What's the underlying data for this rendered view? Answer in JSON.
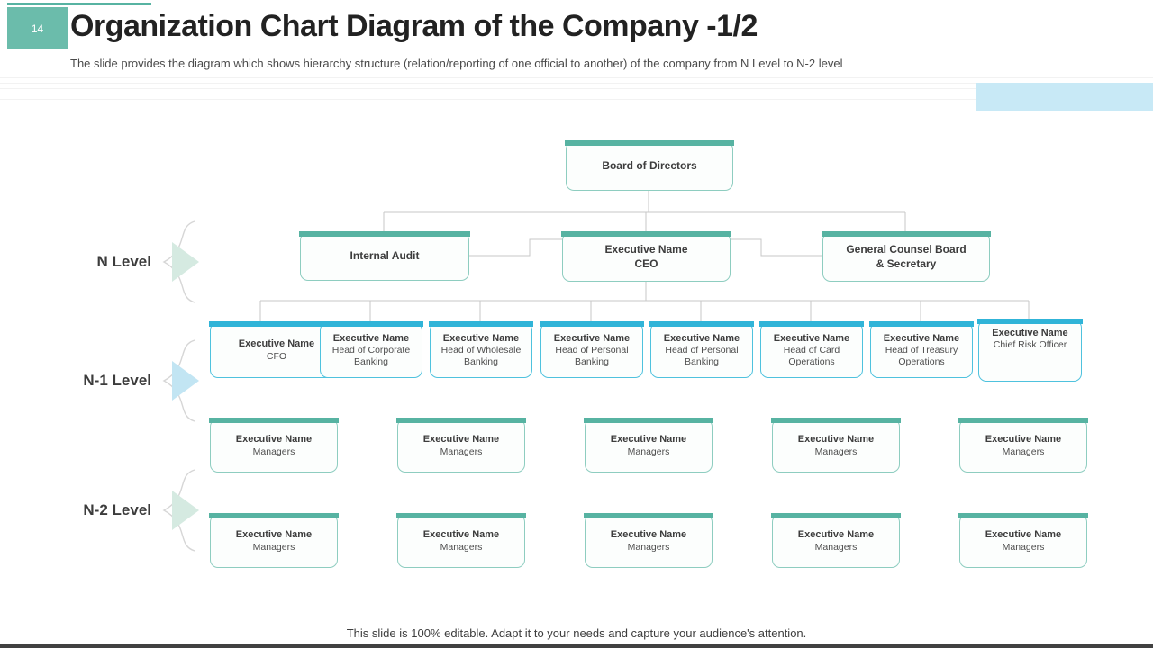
{
  "header": {
    "slide_number": "14",
    "title": "Organization Chart Diagram of the Company -1/2",
    "subtitle": "The slide provides the diagram which shows hierarchy structure (relation/reporting of one official to another) of the company from N Level to N-2 level"
  },
  "levels": [
    {
      "label": "N Level"
    },
    {
      "label": "N-1 Level"
    },
    {
      "label": "N-2 Level"
    }
  ],
  "org": {
    "board": {
      "l1": "Board of Directors"
    },
    "level_n": [
      {
        "l1": "Internal Audit",
        "l2": ""
      },
      {
        "l1": "Executive Name",
        "l2": "CEO"
      },
      {
        "l1": "General Counsel Board",
        "l2": "& Secretary"
      }
    ],
    "level_n1": [
      {
        "l1": "Executive Name",
        "l2": "CFO"
      },
      {
        "l1": "Executive Name",
        "l2": "Head of Corporate Banking"
      },
      {
        "l1": "Executive Name",
        "l2": "Head of Wholesale Banking"
      },
      {
        "l1": "Executive Name",
        "l2": "Head of Personal Banking"
      },
      {
        "l1": "Executive Name",
        "l2": "Head of Personal Banking"
      },
      {
        "l1": "Executive Name",
        "l2": "Head of Card Operations"
      },
      {
        "l1": "Executive Name",
        "l2": "Head of Treasury Operations"
      },
      {
        "l1": "Executive Name",
        "l2": "Chief Risk Officer"
      }
    ],
    "level_n2_row1": [
      {
        "l1": "Executive Name",
        "l2": "Managers"
      },
      {
        "l1": "Executive Name",
        "l2": "Managers"
      },
      {
        "l1": "Executive Name",
        "l2": "Managers"
      },
      {
        "l1": "Executive Name",
        "l2": "Managers"
      },
      {
        "l1": "Executive Name",
        "l2": "Managers"
      }
    ],
    "level_n2_row2": [
      {
        "l1": "Executive Name",
        "l2": "Managers"
      },
      {
        "l1": "Executive Name",
        "l2": "Managers"
      },
      {
        "l1": "Executive Name",
        "l2": "Managers"
      },
      {
        "l1": "Executive Name",
        "l2": "Managers"
      },
      {
        "l1": "Executive Name",
        "l2": "Managers"
      }
    ]
  },
  "footer": {
    "text": "This slide is 100% editable. Adapt it to your needs and capture your audience's attention."
  },
  "colors": {
    "teal": "#57b3a2",
    "cyan": "#30b4d8",
    "light_blue_box": "#c8e9f6",
    "connector": "#c7c7c7",
    "triangle_teal": "#d5eae1",
    "triangle_cyan": "#c2e5f3",
    "bottom_bar": "#414141"
  }
}
